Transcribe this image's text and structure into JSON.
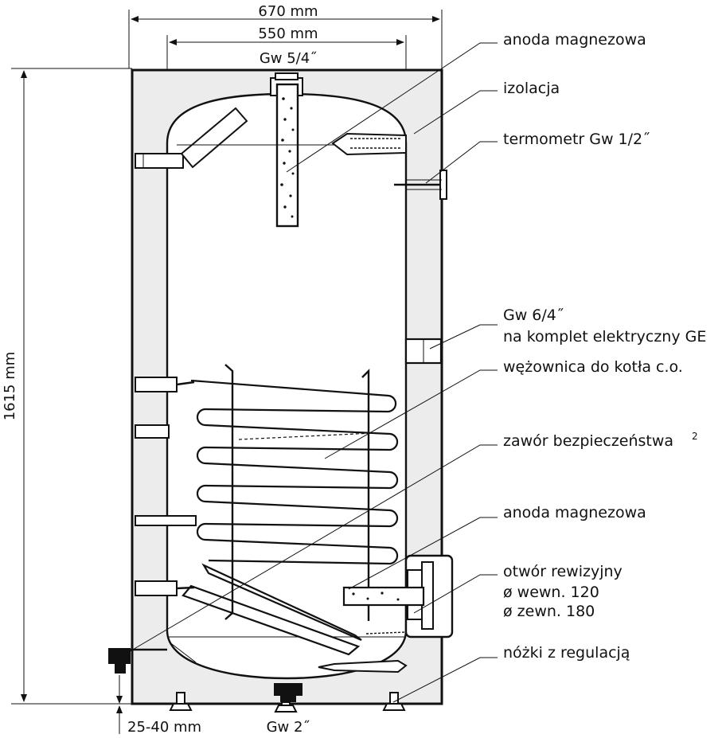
{
  "dimensions": {
    "width_total": "670 mm",
    "width_inner": "550 mm",
    "top_connection": "Gw 5/4˝",
    "height": "1615 mm",
    "feet_adjust": "25-40 mm",
    "bottom_connection": "Gw 2˝"
  },
  "callouts": [
    {
      "lines": [
        "anoda magnezowa"
      ]
    },
    {
      "lines": [
        "izolacja"
      ]
    },
    {
      "lines": [
        "termometr Gw 1/2˝"
      ]
    },
    {
      "lines": [
        "Gw 6/4˝",
        "na komplet elektryczny GE"
      ]
    },
    {
      "lines": [
        "wężownica do kotła c.o."
      ]
    },
    {
      "lines": [
        "zawór bezpieczeństwa",
        "2"
      ]
    },
    {
      "lines": [
        "anoda magnezowa"
      ]
    },
    {
      "lines": [
        "otwór rewizyjny",
        "ø wewn. 120",
        "ø zewn. 180"
      ]
    },
    {
      "lines": [
        "nóżki z regulacją"
      ]
    }
  ],
  "colors": {
    "insulation": "#ececec",
    "line": "#111111",
    "tank": "#ffffff"
  }
}
